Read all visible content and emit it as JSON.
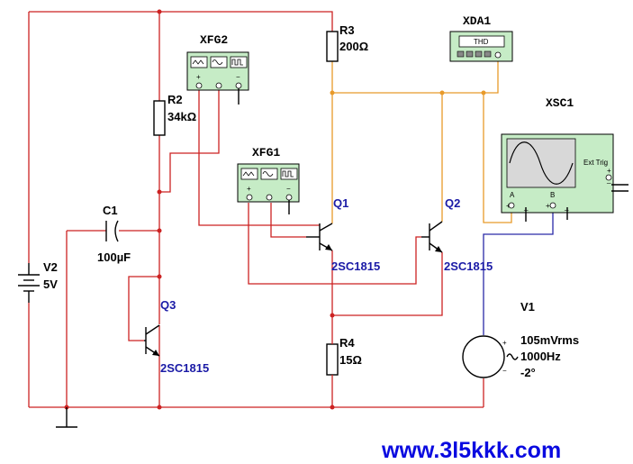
{
  "components": {
    "v2": {
      "ref": "V2",
      "value": "5V"
    },
    "c1": {
      "ref": "C1",
      "value": "100µF"
    },
    "r2": {
      "ref": "R2",
      "value": "34kΩ"
    },
    "r3": {
      "ref": "R3",
      "value": "200Ω"
    },
    "r4": {
      "ref": "R4",
      "value": "15Ω"
    },
    "q1": {
      "ref": "Q1",
      "model": "2SC1815"
    },
    "q2": {
      "ref": "Q2",
      "model": "2SC1815"
    },
    "q3": {
      "ref": "Q3",
      "model": "2SC1815"
    },
    "v1": {
      "ref": "V1",
      "amplitude": "105mVrms",
      "frequency": "1000Hz",
      "phase": "-2°"
    }
  },
  "instruments": {
    "xfg1": {
      "ref": "XFG1"
    },
    "xfg2": {
      "ref": "XFG2"
    },
    "xda1": {
      "ref": "XDA1",
      "display": "THD"
    },
    "xsc1": {
      "ref": "XSC1",
      "ext_trig": "Ext Trig",
      "channel_a": "A",
      "channel_b": "B"
    }
  },
  "watermark": "www.3l5kkk.com"
}
